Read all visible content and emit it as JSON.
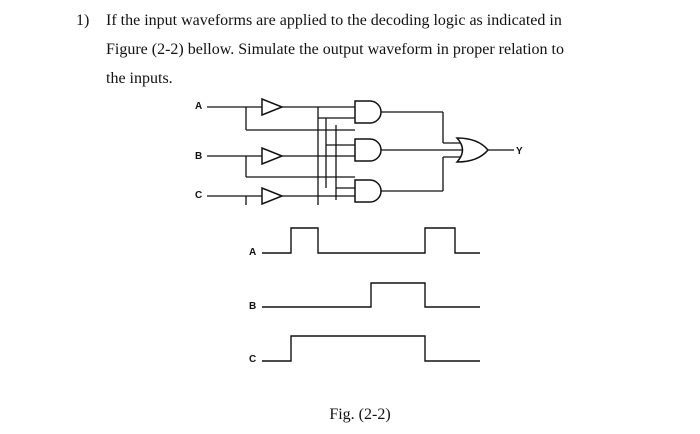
{
  "question": {
    "number": "1)",
    "lines": [
      "If the input waveforms are applied to the decoding logic as indicated in",
      "Figure (2-2) bellow. Simulate the output waveform in proper relation to",
      "the inputs."
    ]
  },
  "circuit": {
    "inputs": [
      "A",
      "B",
      "C"
    ],
    "output": "Y"
  },
  "waveforms": [
    {
      "name": "A",
      "levels": [
        0,
        1,
        0,
        0,
        1,
        0
      ]
    },
    {
      "name": "B",
      "levels": [
        0,
        0,
        0,
        1,
        0,
        0
      ]
    },
    {
      "name": "C",
      "levels": [
        0,
        1,
        1,
        1,
        0,
        0
      ]
    }
  ],
  "caption": "Fig. (2-2)"
}
